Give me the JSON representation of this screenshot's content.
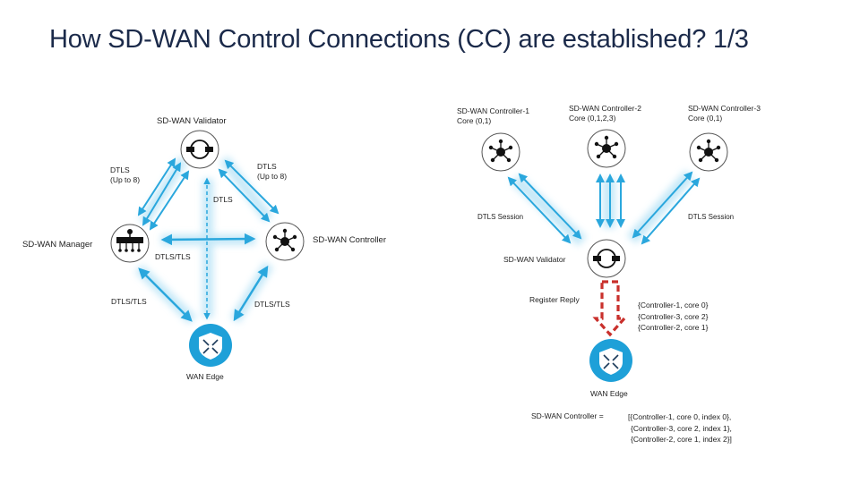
{
  "title": "How SD-WAN Control Connections (CC) are established? 1/3",
  "colors": {
    "title": "#1b2a4a",
    "arrow": "#2aa7dd",
    "glow": "#bfe6f7",
    "edge_icon": "#1ea0d8",
    "register_arrow": "#c9302c",
    "node_stroke": "#555555"
  },
  "left_diagram": {
    "nodes": {
      "validator": {
        "label": "SD-WAN Validator",
        "icon": "validator-icon"
      },
      "manager": {
        "label": "SD-WAN Manager",
        "icon": "manager-icon"
      },
      "controller": {
        "label": "SD-WAN Controller",
        "icon": "controller-icon"
      },
      "edge": {
        "label": "WAN Edge",
        "icon": "wan-edge-icon"
      }
    },
    "links": {
      "manager_validator": {
        "line1": "DTLS",
        "line2": "(Up to 8)"
      },
      "controller_validator": {
        "line1": "DTLS",
        "line2": "(Up to 8)"
      },
      "edge_validator": "DTLS",
      "manager_controller": "DTLS/TLS",
      "manager_edge": "DTLS/TLS",
      "controller_edge": "DTLS/TLS"
    }
  },
  "right_diagram": {
    "controllers": [
      {
        "name": "SD-WAN  Controller-1",
        "cores": "Core (0,1)"
      },
      {
        "name": "SD-WAN  Controller-2",
        "cores": "Core (0,1,2,3)"
      },
      {
        "name": "SD-WAN  Controller-3",
        "cores": "Core (0,1)"
      }
    ],
    "session_left": "DTLS Session",
    "session_right": "DTLS Session",
    "validator": "SD-WAN  Validator",
    "register_reply": "Register Reply",
    "reply_entries": [
      "{Controller-1,  core  0}",
      "{Controller-3,  core  2}",
      "{Controller-2,  core  1}"
    ],
    "edge": "WAN Edge",
    "controller_list_prefix": "SD-WAN  Controller = ",
    "controller_list": [
      "[{Controller-1,  core  0,  index 0},",
      "{Controller-3,  core 2,  index 1},",
      "{Controller-2,  core  1,  index 2}]"
    ]
  }
}
